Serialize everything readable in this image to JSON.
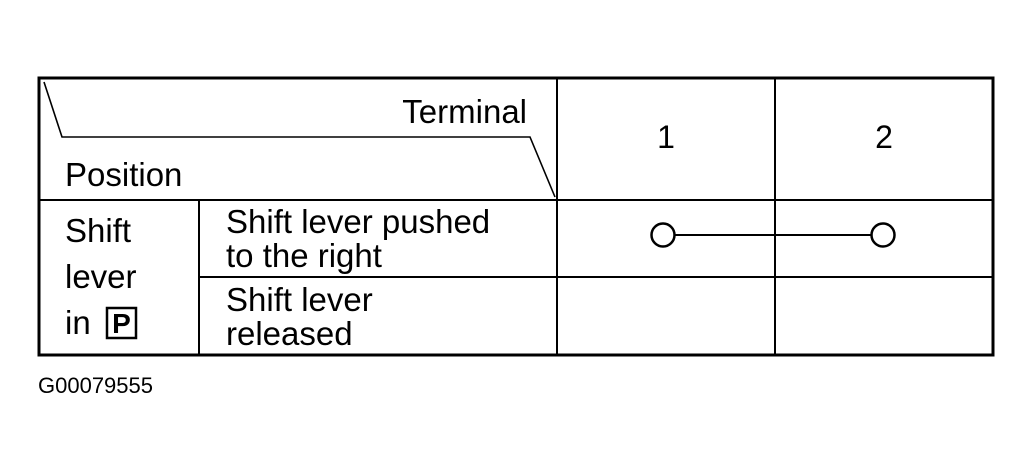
{
  "table": {
    "header": {
      "terminal_label": "Terminal",
      "position_label": "Position",
      "terminals": [
        "1",
        "2"
      ]
    },
    "group_label": {
      "line1": "Shift",
      "line2": "lever",
      "line3": "in",
      "symbol": "P"
    },
    "rows": [
      {
        "line1": "Shift lever pushed",
        "line2": "to the right",
        "continuity": true
      },
      {
        "line1": "Shift lever",
        "line2": "released",
        "continuity": false
      }
    ]
  },
  "footer": {
    "code": "G00079555"
  }
}
